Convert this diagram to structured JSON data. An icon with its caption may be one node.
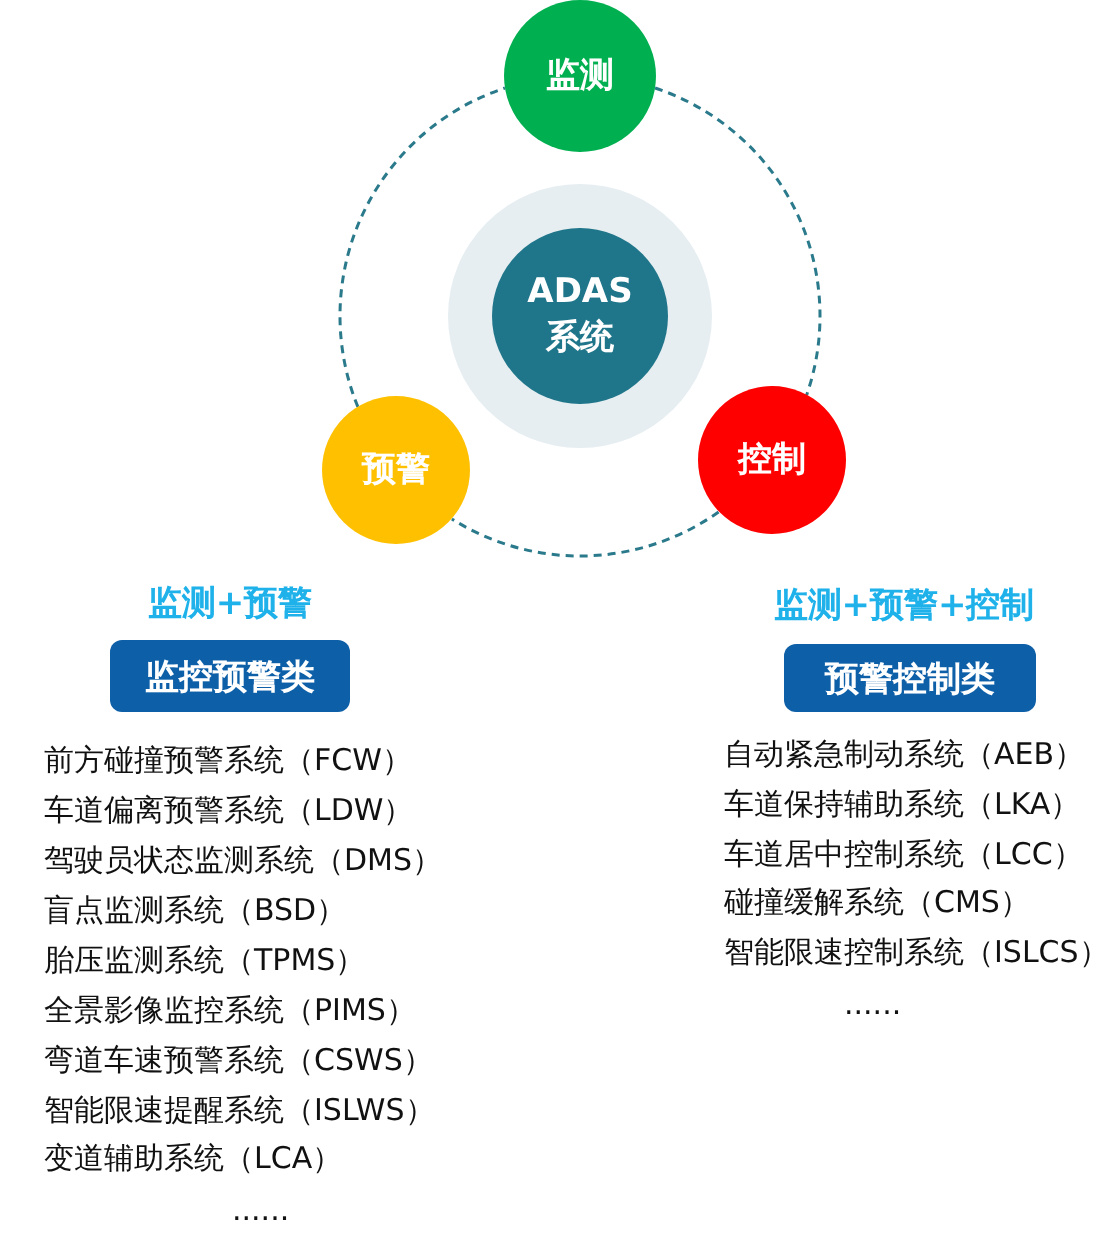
{
  "diagram": {
    "nodes": [
      {
        "text": [
          "ADAS系统"
        ]
      },
      {
        "text": [
          "监测"
        ]
      },
      {
        "text": [
          "控制"
        ]
      },
      {
        "text": [
          "预警"
        ]
      },
      {
        "text": [
          "监控预警类"
        ],
        "beside": [
          "监测+预警"
        ]
      },
      {
        "text": [
          "预警控制类"
        ],
        "beside": [
          "监测+预警+控制"
        ]
      }
    ],
    "edges": [
      {
        "from": 1,
        "to": 2,
        "arrow": "none",
        "style": "dashed"
      },
      {
        "from": 2,
        "to": 3,
        "arrow": "none",
        "style": "dashed"
      },
      {
        "from": 3,
        "to": 1,
        "arrow": "none",
        "style": "dashed"
      }
    ],
    "labels": [
      "前方碰撞预警系统（FCW）",
      "车道偏离预警系统（LDW）",
      "驾驶员状态监测系统（DMS）",
      "盲点监测系统（BSD）",
      "胎压监测系统（TPMS）",
      "全景影像监控系统（PIMS）",
      "弯道车速预警系统（CSWS）",
      "智能限速提醒系统（ISLWS）",
      "变道辅助系统（LCA）",
      "......",
      "自动紧急制动系统（AEB）",
      "车道保持辅助系统（LKA）",
      "车道居中控制系统（LCC）",
      "碰撞缓解系统（CMS）",
      "智能限速控制系统（ISLCS）",
      "......"
    ]
  }
}
